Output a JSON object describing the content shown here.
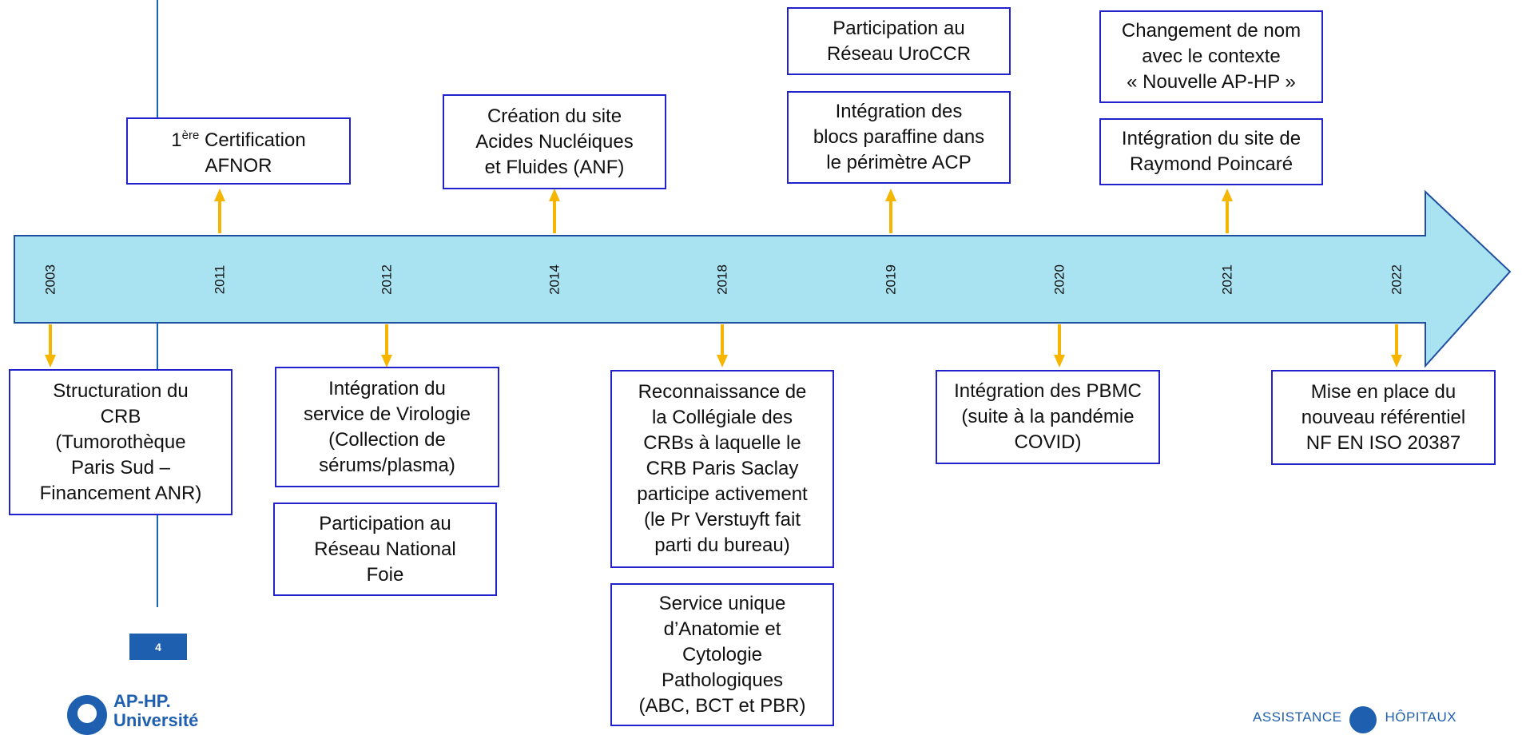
{
  "colors": {
    "band": "#a9e2f0",
    "band_stroke": "#1f4fa0",
    "connector": "#f5b500",
    "box_border": "#2222cc",
    "brand": "#1f5fb0"
  },
  "years": [
    "2003",
    "2011",
    "2012",
    "2014",
    "2018",
    "2019",
    "2020",
    "2021",
    "2022"
  ],
  "events": {
    "afnor": {
      "sup": "ère",
      "pre": "1",
      "post": " Certification\nAFNOR"
    },
    "anf": "Création du site\nAcides Nucléiques\net Fluides (ANF)",
    "urocc": "Participation au\nRéseau UroCCR",
    "paraffine": "Intégration des\nblocs paraffine dans\nle périmètre ACP",
    "nom": "Changement de nom\navec le contexte\n« Nouvelle AP-HP »",
    "poincare": "Intégration du site de\nRaymond Poincaré",
    "structuration": "Structuration du\nCRB\n(Tumorothèque\nParis Sud –\nFinancement ANR)",
    "virologie": "Intégration du\nservice de Virologie\n(Collection de\nsérums/plasma)",
    "foie": "Participation au\nRéseau National\nFoie",
    "collegiale": "Reconnaissance de\nla Collégiale des\nCRBs à laquelle le\nCRB Paris Saclay\nparticipe activement\n(le Pr Verstuyft fait\nparti du bureau)",
    "acp": "Service unique\nd’Anatomie et\nCytologie\nPathologiques\n(ABC, BCT et PBR)",
    "pbmc": "Intégration des PBMC\n(suite à la pandémie\nCOVID)",
    "iso": "Mise en place du\nnouveau référentiel\nNF EN ISO 20387"
  },
  "footer": {
    "slide_number": "4",
    "logo_left": "AP-HP.\nUniversité",
    "logo_right_a": "ASSISTANCE",
    "logo_right_b": "HÔPITAUX"
  }
}
